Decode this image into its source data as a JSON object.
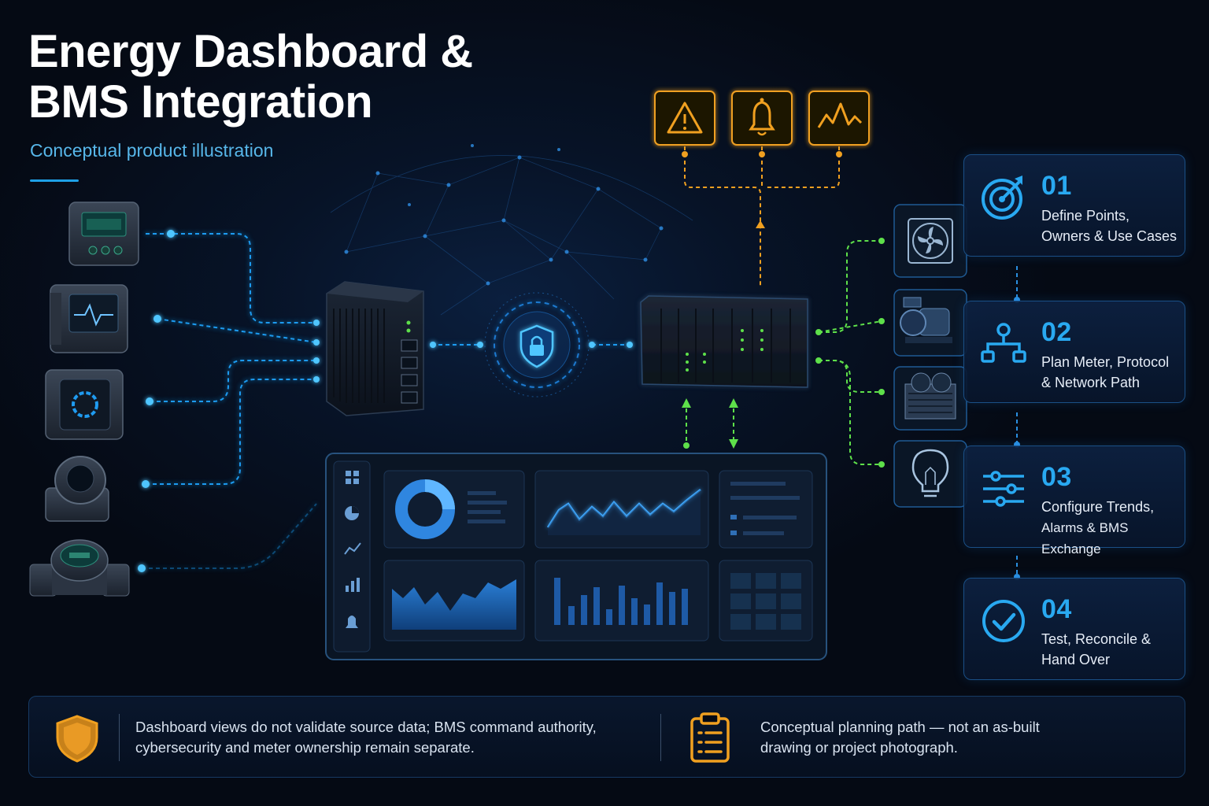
{
  "header": {
    "title_line1": "Energy Dashboard &",
    "title_line2": "BMS Integration",
    "subtitle": "Conceptual product illustration"
  },
  "colors": {
    "accent_blue": "#29a9f1",
    "alert_orange": "#f0a020",
    "link_green": "#5ee04a",
    "panel_border": "#1a4f86"
  },
  "diagram": {
    "meters": [
      "power-meter-icon",
      "multifunction-meter-icon",
      "energy-meter-icon",
      "current-transformer-icon",
      "water-meter-icon"
    ],
    "alerts": [
      "warning-icon",
      "bell-icon",
      "trend-icon"
    ],
    "equipment": [
      "fan-icon",
      "pump-icon",
      "chiller-icon",
      "lightbulb-icon"
    ],
    "nodes": [
      "network-switch-icon",
      "security-shield-icon",
      "bms-controller-icon"
    ],
    "dashboard_sidebar": [
      "grid-icon",
      "pie-icon",
      "line-chart-icon",
      "bar-chart-icon",
      "bell-icon"
    ]
  },
  "steps": [
    {
      "num": "01",
      "line1": "Define Points,",
      "line2": "Owners & Use Cases",
      "icon": "target-icon"
    },
    {
      "num": "02",
      "line1": "Plan Meter, Protocol",
      "line2": "& Network Path",
      "icon": "hierarchy-icon"
    },
    {
      "num": "03",
      "line1": "Configure Trends,",
      "line2": "Alarms & BMS Exchange",
      "icon": "sliders-icon"
    },
    {
      "num": "04",
      "line1": "Test, Reconcile &",
      "line2": "Hand Over",
      "icon": "check-circle-icon"
    }
  ],
  "notes": {
    "left": {
      "line1": "Dashboard views do not validate source data; BMS command authority,",
      "line2": "cybersecurity and meter ownership remain separate.",
      "icon": "shield-icon"
    },
    "right": {
      "line1": "Conceptual planning path — not an as-built",
      "line2": "drawing or project photograph.",
      "icon": "clipboard-icon"
    }
  }
}
